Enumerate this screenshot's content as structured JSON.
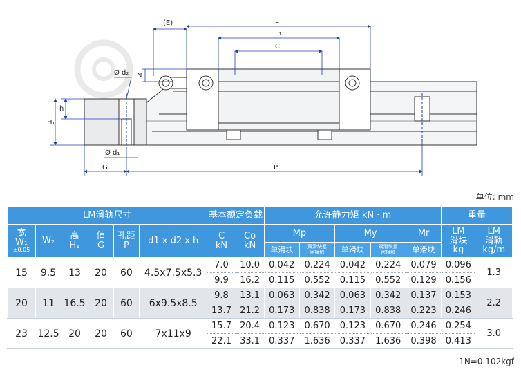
{
  "drawing": {
    "labels": {
      "e": "(E)",
      "l": "L",
      "l1": "L₁",
      "c": "C",
      "n": "N",
      "d2": "Ø d₂",
      "h": "h",
      "h1": "H₁",
      "d1": "Ø d₁",
      "g": "G",
      "p": "P"
    }
  },
  "unit_label": "单位: mm",
  "footnote": "1N=0.102kgf",
  "table": {
    "group_headers": {
      "rail_size": "LM滑轨尺寸",
      "load_rating": "基本额定负载",
      "moment": "允许静力矩 kN · m",
      "weight": "重量"
    },
    "col_headers": {
      "w1": [
        "宽",
        "W₁",
        "±0.05"
      ],
      "w2": "W₂",
      "h1": [
        "高",
        "H₁"
      ],
      "g": [
        "值",
        "G"
      ],
      "p": [
        "孔距",
        "P"
      ],
      "dims": "d1 x d2 x h",
      "c": [
        "C",
        "kN"
      ],
      "co": [
        "Co",
        "kN"
      ],
      "mp": "Mp",
      "my": "My",
      "mr": "Mr",
      "block_weight": [
        "LM",
        "滑块",
        "kg"
      ],
      "rail_weight": [
        "LM",
        "滑轨",
        "kg/m"
      ]
    },
    "sub_headers": {
      "single": "单滑块",
      "double": [
        "双滑块紧",
        "密接触"
      ]
    },
    "groups": [
      {
        "w1": "15",
        "w2": "9.5",
        "h1": "13",
        "g": "20",
        "p": "60",
        "dims": "4.5x7.5x5.3",
        "rail_kg": "1.3",
        "rows": [
          {
            "c": "7.0",
            "co": "10.0",
            "mp_s": "0.042",
            "mp_d": "0.224",
            "my_s": "0.042",
            "my_d": "0.224",
            "mr": "0.079",
            "block_kg": "0.096"
          },
          {
            "c": "9.9",
            "co": "16.2",
            "mp_s": "0.115",
            "mp_d": "0.552",
            "my_s": "0.115",
            "my_d": "0.552",
            "mr": "0.129",
            "block_kg": "0.156"
          }
        ]
      },
      {
        "w1": "20",
        "w2": "11",
        "h1": "16.5",
        "g": "20",
        "p": "60",
        "dims": "6x9.5x8.5",
        "rail_kg": "2.2",
        "rows": [
          {
            "c": "9.8",
            "co": "13.1",
            "mp_s": "0.063",
            "mp_d": "0.342",
            "my_s": "0.063",
            "my_d": "0.342",
            "mr": "0.137",
            "block_kg": "0.153"
          },
          {
            "c": "13.7",
            "co": "21.2",
            "mp_s": "0.173",
            "mp_d": "0.838",
            "my_s": "0.173",
            "my_d": "0.838",
            "mr": "0.223",
            "block_kg": "0.246"
          }
        ]
      },
      {
        "w1": "23",
        "w2": "12.5",
        "h1": "20",
        "g": "20",
        "p": "60",
        "dims": "7x11x9",
        "rail_kg": "3.0",
        "rows": [
          {
            "c": "15.7",
            "co": "20.4",
            "mp_s": "0.123",
            "mp_d": "0.670",
            "my_s": "0.123",
            "my_d": "0.670",
            "mr": "0.246",
            "block_kg": "0.254"
          },
          {
            "c": "22.1",
            "co": "33.1",
            "mp_s": "0.337",
            "mp_d": "1.636",
            "my_s": "0.337",
            "my_d": "1.636",
            "mr": "0.398",
            "block_kg": "0.413"
          }
        ]
      }
    ]
  },
  "colors": {
    "header_bg": "#3f97de",
    "alt_row_bg": "#e2e6ea",
    "dimension_line": "#1f3fb0",
    "drawing_line": "#333333"
  }
}
